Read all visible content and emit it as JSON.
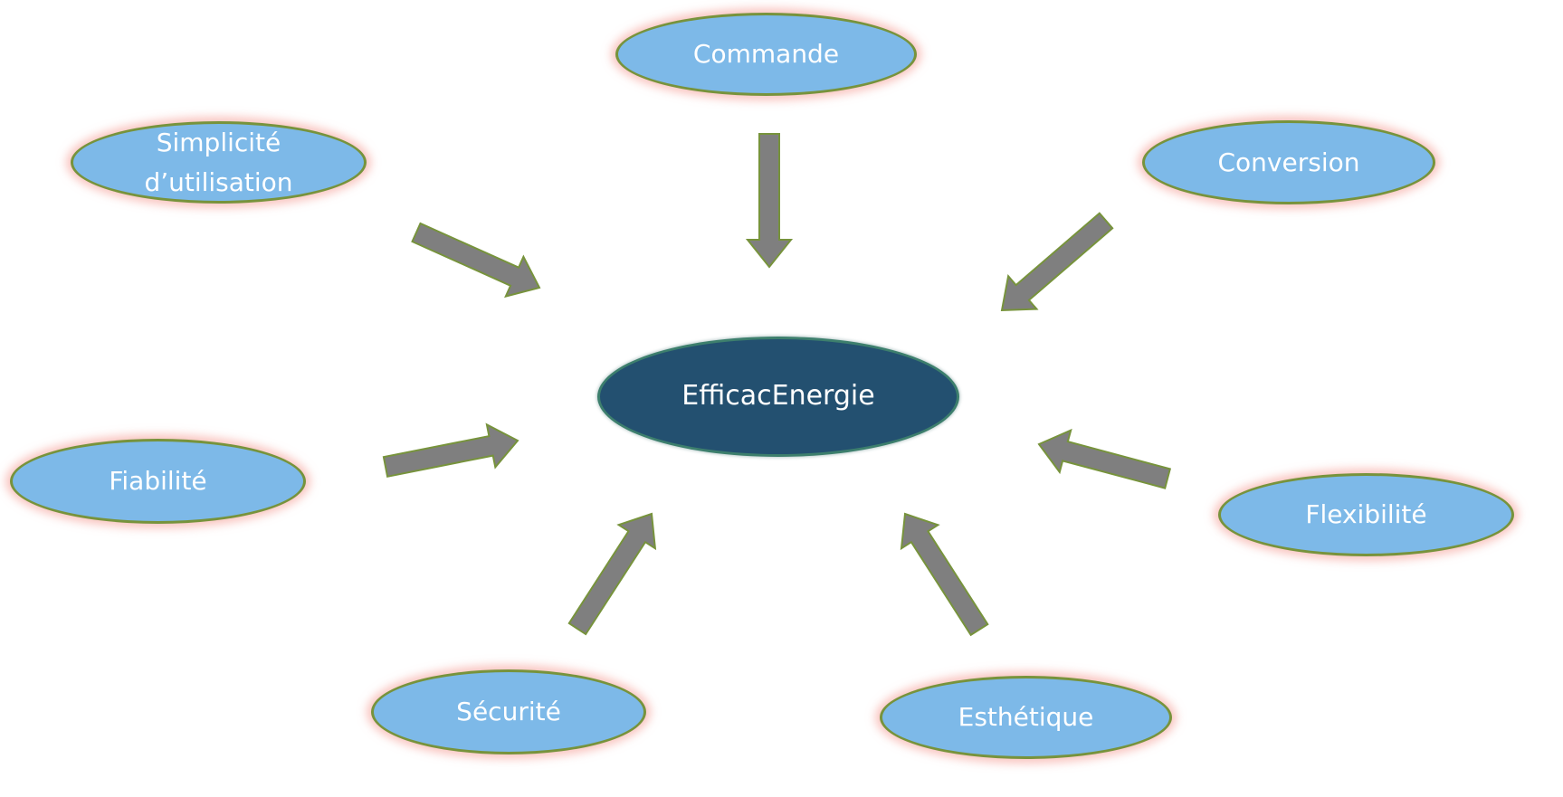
{
  "diagram": {
    "center": {
      "label": "EfficacEnergie"
    },
    "nodes": [
      {
        "id": "commande",
        "label": "Commande"
      },
      {
        "id": "simplicite",
        "label": "Simplicité d’utilisation"
      },
      {
        "id": "conversion",
        "label": "Conversion"
      },
      {
        "id": "fiabilite",
        "label": "Fiabilité"
      },
      {
        "id": "flexibilite",
        "label": "Flexibilité"
      },
      {
        "id": "securite",
        "label": "Sécurité"
      },
      {
        "id": "esthetique",
        "label": "Esthétique"
      }
    ],
    "edges": [
      {
        "from": "commande",
        "to": "center"
      },
      {
        "from": "simplicite",
        "to": "center"
      },
      {
        "from": "conversion",
        "to": "center"
      },
      {
        "from": "fiabilite",
        "to": "center"
      },
      {
        "from": "flexibilite",
        "to": "center"
      },
      {
        "from": "securite",
        "to": "center"
      },
      {
        "from": "esthetique",
        "to": "center"
      }
    ],
    "colors": {
      "outer_fill": "#7db9e8",
      "outer_border": "#77933c",
      "outer_glow": "#f4968c",
      "center_fill": "#235070",
      "arrow_fill": "#7f7f7f",
      "arrow_border": "#77933c"
    }
  }
}
